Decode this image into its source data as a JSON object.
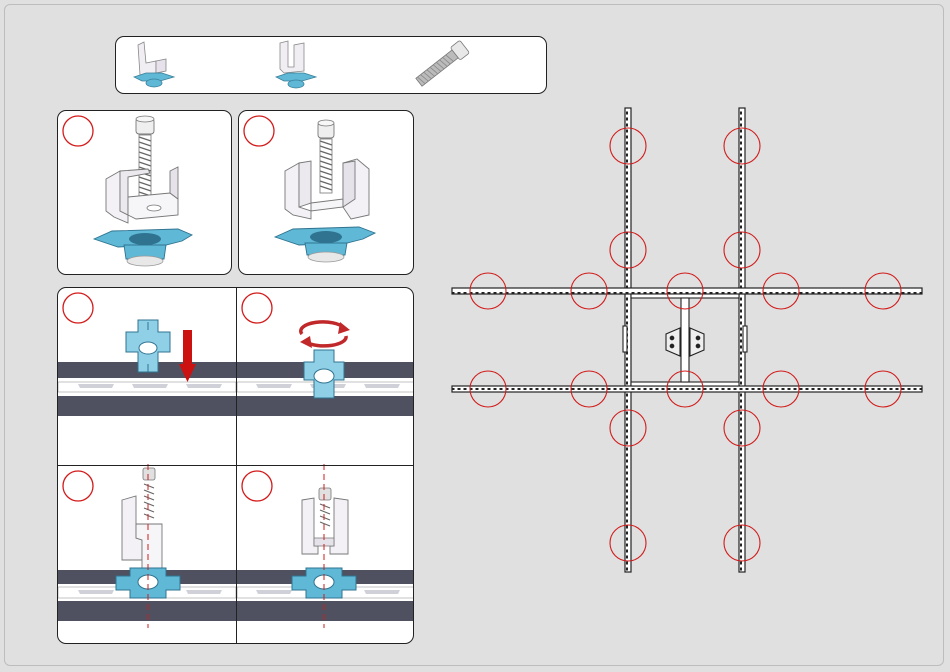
{
  "colors": {
    "background": "#dfe0df",
    "panel_fill": "#ffffff",
    "panel_border": "#222222",
    "clamp_blue": "#5fb8d6",
    "rail_dark": "#4f5160",
    "marker_red": "#d21b1b",
    "arrow_red": "#cc1111"
  },
  "parts": [
    {
      "name": "end-clamp-assembly"
    },
    {
      "name": "middle-clamp-assembly"
    },
    {
      "name": "hex-bolt"
    }
  ],
  "steps": [
    {
      "name": "step-1-end-clamp"
    },
    {
      "name": "step-2-middle-clamp"
    },
    {
      "name": "step-3-insert-nut"
    },
    {
      "name": "step-4-rotate-nut"
    },
    {
      "name": "step-5-fasten-end-clamp"
    },
    {
      "name": "step-6-fasten-middle-clamp"
    }
  ]
}
